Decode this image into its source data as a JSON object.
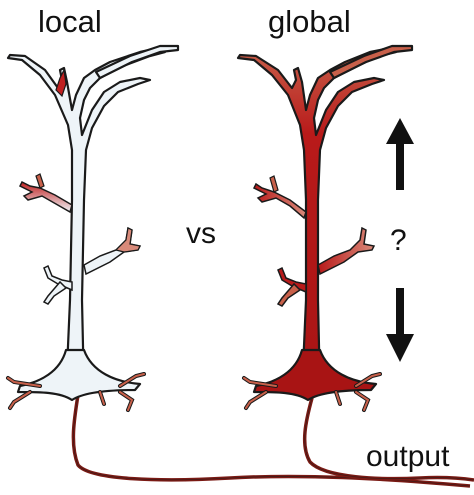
{
  "labels": {
    "local": "local",
    "global": "global",
    "vs": "vs",
    "question": "?",
    "output": "output"
  },
  "colors": {
    "local_fill": "#eef4f8",
    "global_fill": "#b81a1a",
    "global_soma": "#a81414",
    "accent_red": "#c02020",
    "partial_red": "#c8604a",
    "outline": "#1a1a1a",
    "arrow": "#111111"
  },
  "icons": {
    "up_arrow": "arrow-up-icon",
    "down_arrow": "arrow-down-icon"
  }
}
